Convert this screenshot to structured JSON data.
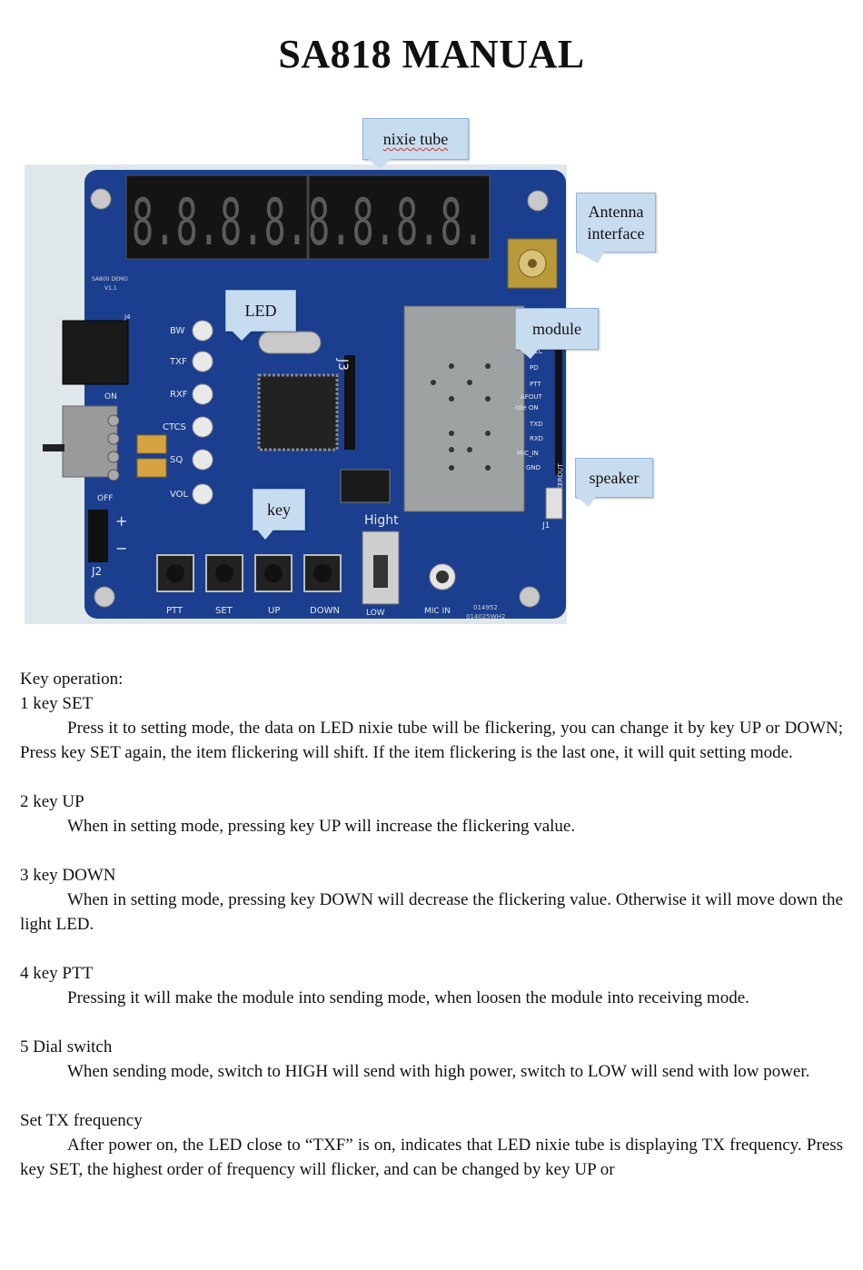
{
  "title": "SA818 MANUAL",
  "figure": {
    "callouts": {
      "nixie": "nixie tube",
      "antenna_line1": "Antenna",
      "antenna_line2": "interface",
      "led": "LED",
      "module": "module",
      "key": "key",
      "speaker": "speaker"
    },
    "board_labels": {
      "silk_model": "SA800 DEMO",
      "silk_ver": "V1.1",
      "j4": "J4",
      "on": "ON",
      "off": "OFF",
      "j2": "J2",
      "plus": "+",
      "minus": "−",
      "j3": "J3",
      "hight": "Hight",
      "low": "LOW",
      "mic_in": "MIC IN",
      "serial1": "014952",
      "serial2": "014025WH2",
      "led_labels": [
        "BW",
        "TXF",
        "RXF",
        "CTCS",
        "SQ",
        "VOL"
      ],
      "key_labels": [
        "PTT",
        "SET",
        "UP",
        "DOWN"
      ],
      "module_pins": [
        "VCC",
        "PD",
        "PTT",
        "AFOUT",
        "idle ON",
        "TXD",
        "RXD",
        "MIC_IN",
        "GND"
      ],
      "speakerout": "SPEAKEROUT",
      "j1": "J1",
      "digits": "8.8.8.8.8.8.8.8."
    }
  },
  "sections": [
    {
      "heading": "Key operation:"
    },
    {
      "heading": "1 key SET",
      "text": "Press it to setting mode, the data on LED nixie tube will be flickering, you can change it by key UP or DOWN; Press key SET again, the item flickering will shift. If the item flickering is the last one, it will quit setting mode."
    },
    {
      "heading": "2 key UP",
      "text": "When in setting mode, pressing key UP will increase the flickering value."
    },
    {
      "heading": "3 key DOWN",
      "text": "When in setting mode, pressing key DOWN will decrease the flickering value. Otherwise it will move down the light LED."
    },
    {
      "heading": "4 key PTT",
      "text": "Pressing it will make the module into sending mode, when loosen the module into receiving mode."
    },
    {
      "heading": "5 Dial switch",
      "text": "When sending mode, switch to HIGH will send with high power, switch to LOW will send with low power."
    },
    {
      "heading": "Set TX frequency",
      "text": "After power on, the LED close to “TXF” is on, indicates that LED nixie tube is displaying TX frequency. Press key SET, the highest order of frequency will flicker, and can be changed by key UP or"
    }
  ]
}
